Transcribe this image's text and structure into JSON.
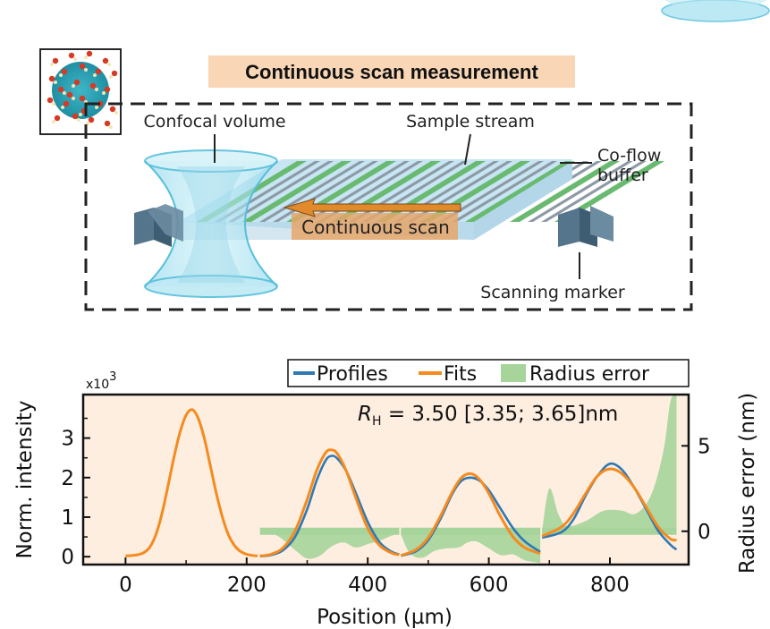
{
  "schematic": {
    "title": "Continuous scan measurement",
    "labels": {
      "confocal": "Confocal volume",
      "sample": "Sample stream",
      "coflow_1": "Co-flow",
      "coflow_2": "buffer",
      "scan": "Continuous scan",
      "marker": "Scanning marker"
    }
  },
  "colors": {
    "title_bg": "#f8d6b6",
    "plot_bg": "#fdeee0",
    "profile": "#2f79b4",
    "fit": "#f58a1f",
    "error_fill": "#a6d49a",
    "cone": "#9edcec",
    "channel_light": "#c7e5f3",
    "channel_green": "#69ba70",
    "channel_gray": "#8d9aa5",
    "arrow": "#e08a2c",
    "marker": "#5a7b93"
  },
  "chart_data": {
    "type": "line",
    "title": "",
    "annotation": {
      "symbol": "R",
      "subscript": "H",
      "text": " = 3.50 [3.35; 3.65]nm"
    },
    "xlabel": "Position (µm)",
    "ylabel": "Norm. intensity",
    "y2label": "Radius error (nm)",
    "y_multiplier": "x10",
    "y_multiplier_exp": "3",
    "xlim": [
      -70,
      930
    ],
    "ylim": [
      -0.2,
      4.1
    ],
    "y2lim": [
      -1.95,
      8.0
    ],
    "xticks": [
      0,
      200,
      400,
      600,
      800
    ],
    "yticks": [
      0,
      1,
      2,
      3
    ],
    "y2ticks": [
      0,
      5
    ],
    "legend": {
      "position": "top",
      "entries": [
        "Profiles",
        "Fits",
        "Radius error"
      ]
    },
    "segments": [
      {
        "x_range": [
          0,
          218
        ],
        "fit": {
          "baseline": 0.02,
          "x": [
            0,
            10,
            20,
            30,
            40,
            50,
            60,
            70,
            80,
            90,
            100,
            110,
            120,
            130,
            140,
            150,
            160,
            170,
            180,
            190,
            200,
            210,
            218
          ],
          "y": [
            0.02,
            0.03,
            0.05,
            0.1,
            0.24,
            0.55,
            1.08,
            1.78,
            2.52,
            3.15,
            3.58,
            3.72,
            3.5,
            3.0,
            2.3,
            1.6,
            1.0,
            0.55,
            0.28,
            0.13,
            0.06,
            0.03,
            0.02
          ]
        },
        "profile": null,
        "error": null
      },
      {
        "x_range": [
          222,
          452
        ],
        "fit": {
          "x": [
            222,
            240,
            260,
            280,
            300,
            315,
            330,
            340,
            350,
            365,
            380,
            400,
            420,
            440,
            452
          ],
          "y": [
            0.02,
            0.06,
            0.22,
            0.65,
            1.45,
            2.15,
            2.62,
            2.7,
            2.6,
            2.15,
            1.5,
            0.72,
            0.28,
            0.09,
            0.05
          ]
        },
        "profile": {
          "x": [
            222,
            240,
            260,
            280,
            300,
            315,
            330,
            340,
            350,
            365,
            380,
            400,
            420,
            440,
            452
          ],
          "y": [
            0.01,
            0.04,
            0.16,
            0.5,
            1.2,
            1.9,
            2.42,
            2.55,
            2.48,
            2.15,
            1.62,
            0.88,
            0.36,
            0.12,
            0.06
          ]
        },
        "error": {
          "x": [
            222,
            250,
            280,
            300,
            320,
            340,
            360,
            380,
            400,
            420,
            440,
            452
          ],
          "y": [
            0,
            -0.25,
            -1.1,
            -1.6,
            -1.45,
            -0.9,
            -0.65,
            -0.95,
            -0.75,
            -0.55,
            -0.25,
            -0.15
          ]
        }
      },
      {
        "x_range": [
          455,
          685
        ],
        "fit": {
          "x": [
            455,
            480,
            500,
            520,
            540,
            555,
            570,
            585,
            600,
            620,
            640,
            660,
            685
          ],
          "y": [
            0.03,
            0.18,
            0.48,
            1.02,
            1.65,
            2.0,
            2.1,
            1.95,
            1.6,
            1.0,
            0.5,
            0.22,
            0.08
          ]
        },
        "profile": {
          "x": [
            455,
            480,
            500,
            520,
            540,
            555,
            570,
            585,
            600,
            620,
            640,
            660,
            685
          ],
          "y": [
            0.02,
            0.14,
            0.42,
            0.95,
            1.6,
            1.92,
            2.0,
            1.92,
            1.68,
            1.2,
            0.72,
            0.38,
            0.12
          ]
        },
        "error": {
          "x": [
            455,
            470,
            490,
            510,
            530,
            550,
            565,
            580,
            600,
            620,
            640,
            660,
            685
          ],
          "y": [
            -0.2,
            -1.3,
            -1.55,
            -1.15,
            -1.0,
            -0.95,
            -0.65,
            -0.6,
            -1.0,
            -1.4,
            -1.35,
            -1.7,
            -1.85
          ]
        }
      },
      {
        "x_range": [
          688,
          910
        ],
        "fit": {
          "x": [
            688,
            720,
            740,
            760,
            780,
            800,
            820,
            840,
            860,
            880,
            900,
            910
          ],
          "y": [
            0.52,
            0.75,
            1.1,
            1.6,
            2.05,
            2.22,
            2.1,
            1.75,
            1.25,
            0.75,
            0.45,
            0.42
          ]
        },
        "profile": {
          "x": [
            688,
            720,
            740,
            760,
            780,
            800,
            820,
            840,
            860,
            880,
            900,
            910
          ],
          "y": [
            0.48,
            0.62,
            0.95,
            1.55,
            2.05,
            2.35,
            2.2,
            1.75,
            1.2,
            0.65,
            0.3,
            0.18
          ]
        },
        "error": {
          "x": [
            688,
            700,
            715,
            730,
            760,
            790,
            820,
            840,
            860,
            875,
            890,
            900,
            910
          ],
          "y": [
            0,
            2.5,
            1.0,
            0.3,
            0.6,
            1.2,
            1.2,
            1.0,
            1.6,
            2.8,
            5.0,
            7.6,
            8.0
          ]
        }
      }
    ]
  }
}
